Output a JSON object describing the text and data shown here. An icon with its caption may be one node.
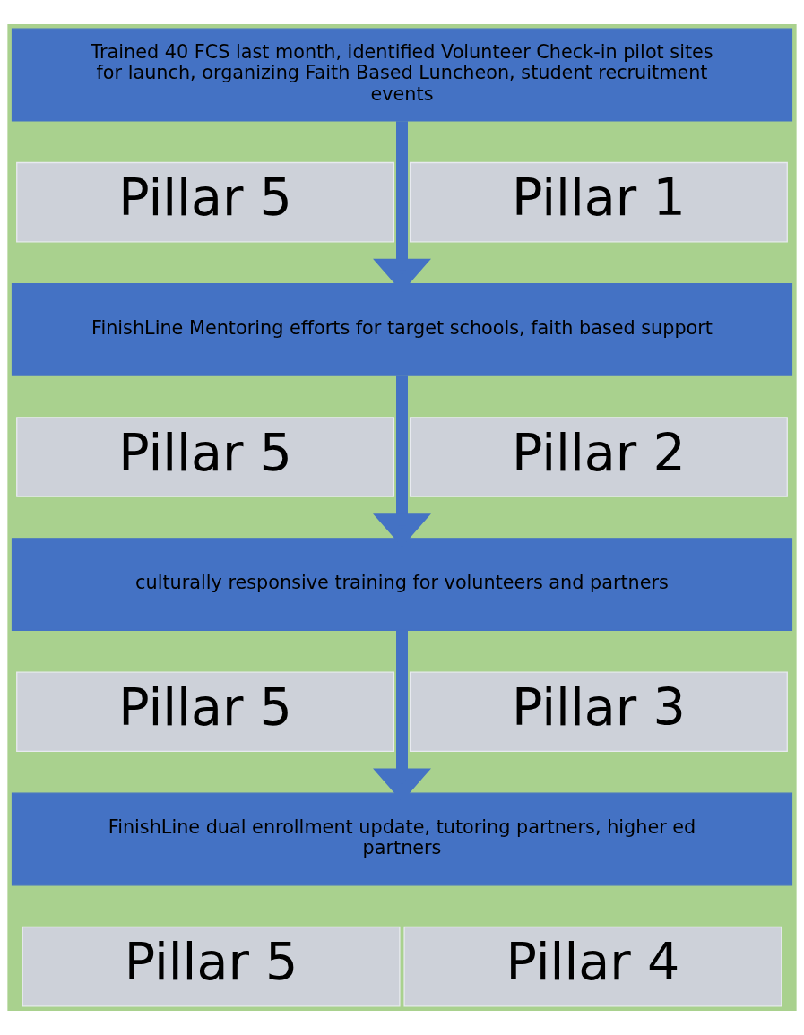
{
  "diagram": {
    "nodes": [
      {
        "text": [
          "Trained 40 FCS last month, identified Volunteer Check-in pilot sites for launch, organizing Faith Based Luncheon, student recruitment events"
        ]
      },
      {
        "text": [
          "Pillar 5"
        ]
      },
      {
        "text": [
          "Pillar 1"
        ]
      },
      {
        "text": [
          "FinishLine Mentoring efforts for target schools, faith based support"
        ]
      },
      {
        "text": [
          "Pillar 5"
        ]
      },
      {
        "text": [
          "Pillar 2"
        ]
      },
      {
        "text": [
          "culturally responsive training for volunteers and partners"
        ]
      },
      {
        "text": [
          "Pillar 5"
        ]
      },
      {
        "text": [
          "Pillar 3"
        ]
      },
      {
        "text": [
          "FinishLine dual enrollment update, tutoring partners, higher ed partners"
        ]
      },
      {
        "text": [
          "Pillar 5"
        ]
      },
      {
        "text": [
          "Pillar 4"
        ]
      }
    ],
    "edges": [
      {
        "from": 0,
        "to": 3,
        "arrow": "to"
      },
      {
        "from": 3,
        "to": 6,
        "arrow": "to"
      },
      {
        "from": 6,
        "to": 9,
        "arrow": "to"
      }
    ]
  }
}
